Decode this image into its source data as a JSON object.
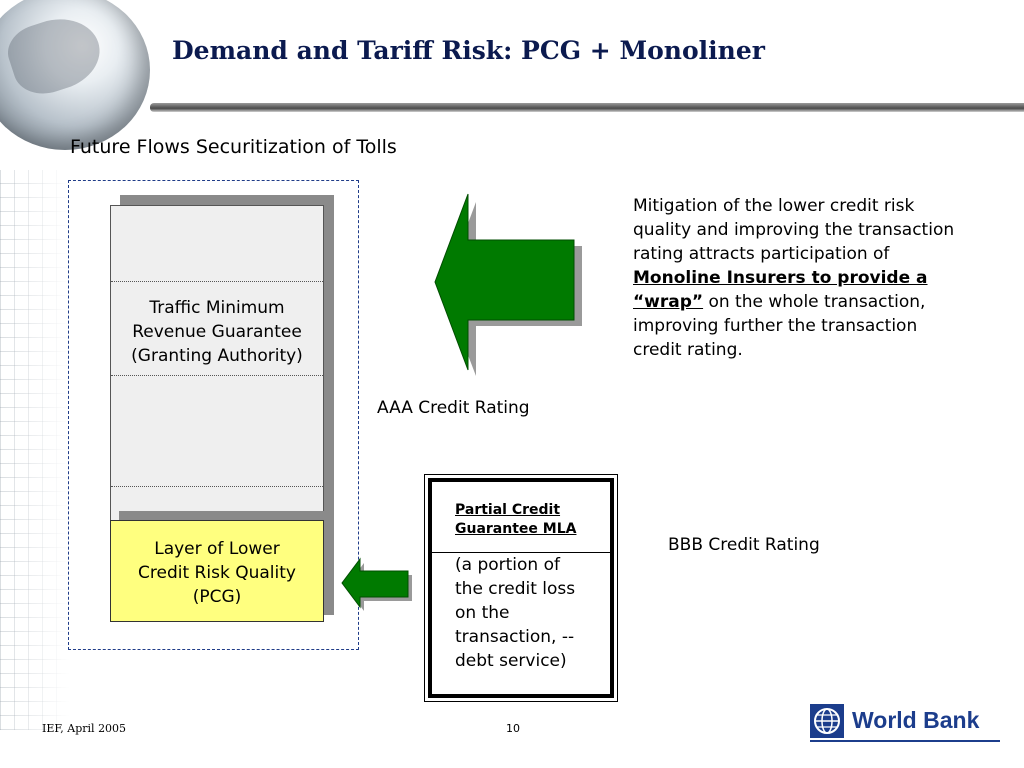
{
  "slide": {
    "title": "Demand and Tariff Risk: PCG + Monoliner",
    "subtitle": "Future Flows Securitization of Tolls"
  },
  "structure": {
    "traffic_lines": [
      "Traffic Minimum",
      "Revenue Guarantee",
      "(Granting Authority)"
    ],
    "pcg_lines": [
      "Layer of Lower",
      "Credit Risk Quality",
      "(PCG)"
    ]
  },
  "ratings": {
    "aaa": "AAA Credit Rating",
    "bbb": "BBB Credit Rating"
  },
  "mitigation": {
    "before": "Mitigation of the lower credit risk quality and improving the transaction rating attracts participation of ",
    "bold": "Monoline Insurers to provide a “wrap”",
    "after": " on the whole transaction, improving further the transaction credit rating."
  },
  "mla_box": {
    "heading_lines": [
      "Partial Credit",
      "Guarantee MLA"
    ],
    "body_lines": [
      "(a portion of",
      "the credit loss",
      "on the",
      "transaction, --",
      "debt service)"
    ]
  },
  "footer": {
    "left": "IEF, April 2005",
    "page": "10",
    "logo_text": "World Bank"
  },
  "colors": {
    "title": "#0b1a4f",
    "arrow_green": "#007a00",
    "pcg_fill": "#ffff7f",
    "frame_dash": "#1f3c88",
    "logo_blue": "#1c3d8c"
  },
  "icons": {
    "globe": "globe-decoration-icon",
    "big_arrow": "left-arrow-icon",
    "small_arrow": "left-arrow-icon",
    "logo": "world-bank-globe-icon"
  }
}
